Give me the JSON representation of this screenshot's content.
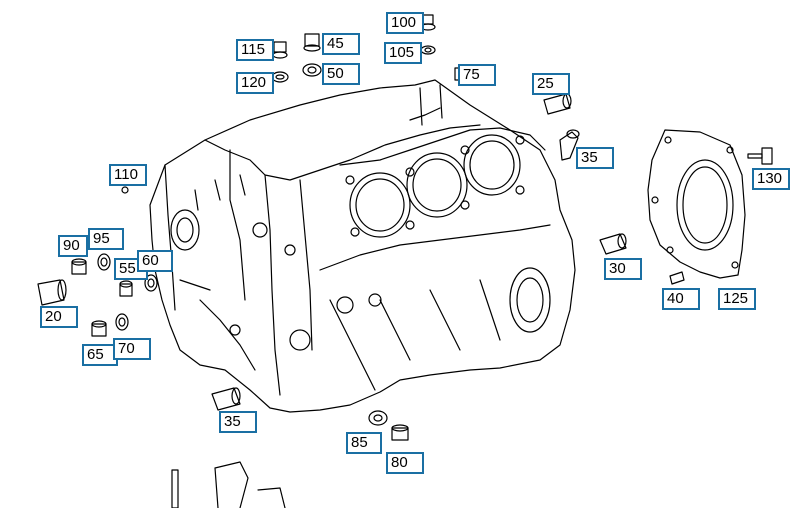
{
  "callouts": {
    "c100": "100",
    "c115": "115",
    "c45": "45",
    "c105": "105",
    "c120": "120",
    "c50": "50",
    "c75": "75",
    "c25": "25",
    "c35a": "35",
    "c110": "110",
    "c130": "130",
    "c90": "90",
    "c95": "95",
    "c55": "55",
    "c60": "60",
    "c30": "30",
    "c20": "20",
    "c40": "40",
    "c125": "125",
    "c65": "65",
    "c70": "70",
    "c35b": "35",
    "c85": "85",
    "c80": "80"
  },
  "colors": {
    "callout_border": "#1a6fa3",
    "line": "#000000"
  }
}
